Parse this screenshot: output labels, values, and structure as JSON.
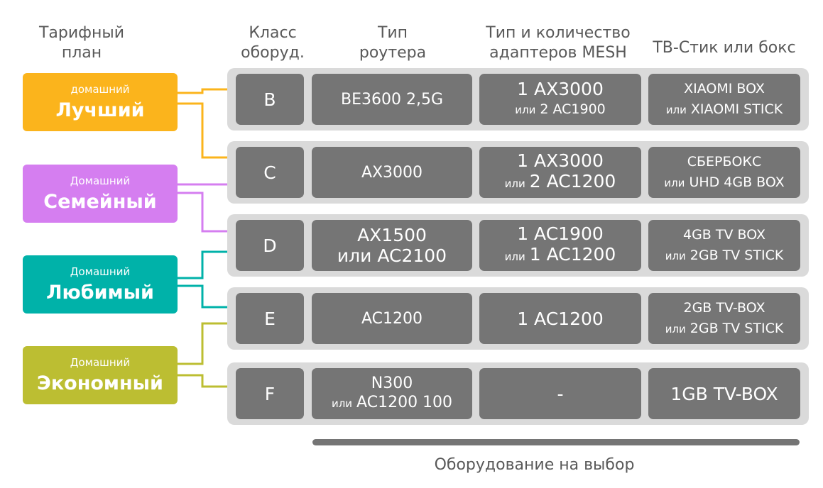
{
  "headers": {
    "plan": "Тарифный\nплан",
    "class": "Класс\nоборуд.",
    "router": "Тип\nроутера",
    "mesh": "Тип и количество\nадаптеров MESH",
    "tv": "ТВ-Стик или бокс"
  },
  "plans": [
    {
      "prefix": "домашний",
      "name": "Лучший",
      "color": "#FBB41C"
    },
    {
      "prefix": "Домашний",
      "name": "Семейный",
      "color": "#D57EF0"
    },
    {
      "prefix": "Домашний",
      "name": "Любимый",
      "color": "#00B2A9"
    },
    {
      "prefix": "Домашний",
      "name": "Экономный",
      "color": "#BCBE32"
    }
  ],
  "rows": [
    {
      "class": "B",
      "router": [
        "BE3600 2,5G"
      ],
      "mesh": {
        "line1": "1 AX3000",
        "ili": "или",
        "line2": "2 AC1900"
      },
      "tv": {
        "line1": "XIAOMI BOX",
        "ili": "или",
        "line2": "XIAOMI STICK"
      }
    },
    {
      "class": "C",
      "router": [
        "AX3000"
      ],
      "mesh": {
        "line1": "1 AX3000",
        "ili": "или",
        "line2": "2 AC1200"
      },
      "tv": {
        "line1": "СБЕРБОКС",
        "ili": "или",
        "line2": "UHD 4GB BOX"
      }
    },
    {
      "class": "D",
      "router": [
        "AX1500",
        "или AC2100"
      ],
      "mesh": {
        "line1": "1 AC1900",
        "ili": "или",
        "line2": "1 AC1200"
      },
      "tv": {
        "line1": "4GB TV BOX",
        "ili": "или",
        "line2": "2GB TV STICK"
      }
    },
    {
      "class": "E",
      "router": [
        "AC1200"
      ],
      "mesh": {
        "line1": "1 AC1200"
      },
      "tv": {
        "line1": "2GB TV-BOX",
        "ili": "или",
        "line2": "2GB TV STICK"
      }
    },
    {
      "class": "F",
      "router_top": "N300",
      "router_ili": "или",
      "router_bottom": "AC1200 100",
      "mesh": {
        "line1": "-"
      },
      "tv": {
        "line1": "1GB TV-BOX"
      }
    }
  ],
  "footer": "Оборудование на выбор",
  "colors": {
    "row_bg": "#DADADA",
    "cell_bg": "#757575",
    "text_gray": "#595959"
  }
}
